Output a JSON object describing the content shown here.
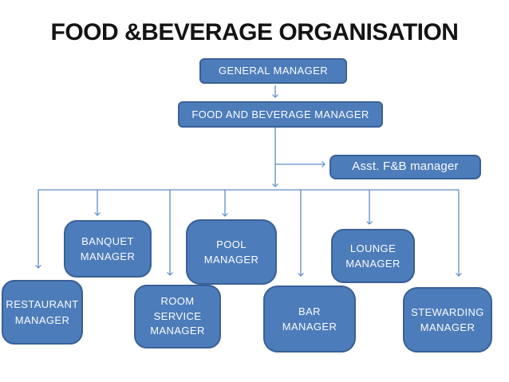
{
  "title": "FOOD &BEVERAGE ORGANISATION",
  "palette": {
    "box_fill": "#4d7cba",
    "box_border": "#3a6096",
    "connector": "#5f8cc4",
    "box_text": "#fbfdff",
    "title_text": "#141414",
    "background": "#ffffff"
  },
  "org": {
    "nodes": [
      {
        "id": "general-manager",
        "label": "GENERAL MANAGER"
      },
      {
        "id": "food-and-beverage-manager",
        "label": "FOOD AND BEVERAGE MANAGER"
      },
      {
        "id": "asst-fb-manager",
        "label": "Asst. F&B manager"
      },
      {
        "id": "restaurant-manager",
        "label": "RESTAURANT\nMANAGER"
      },
      {
        "id": "banquet-manager",
        "label": "BANQUET\nMANAGER"
      },
      {
        "id": "room-service-manager",
        "label": "ROOM\nSERVICE\nMANAGER"
      },
      {
        "id": "pool-manager",
        "label": "POOL\nMANAGER"
      },
      {
        "id": "bar-manager",
        "label": "BAR\nMANAGER"
      },
      {
        "id": "lounge-manager",
        "label": "LOUNGE\nMANAGER"
      },
      {
        "id": "stewarding-manager",
        "label": "STEWARDING\nMANAGER"
      }
    ],
    "edges": [
      {
        "from": "general-manager",
        "to": "food-and-beverage-manager"
      },
      {
        "from": "food-and-beverage-manager",
        "to": "asst-fb-manager"
      },
      {
        "from": "food-and-beverage-manager",
        "to": "restaurant-manager"
      },
      {
        "from": "food-and-beverage-manager",
        "to": "banquet-manager"
      },
      {
        "from": "food-and-beverage-manager",
        "to": "room-service-manager"
      },
      {
        "from": "food-and-beverage-manager",
        "to": "pool-manager"
      },
      {
        "from": "food-and-beverage-manager",
        "to": "bar-manager"
      },
      {
        "from": "food-and-beverage-manager",
        "to": "lounge-manager"
      },
      {
        "from": "food-and-beverage-manager",
        "to": "stewarding-manager"
      }
    ]
  }
}
